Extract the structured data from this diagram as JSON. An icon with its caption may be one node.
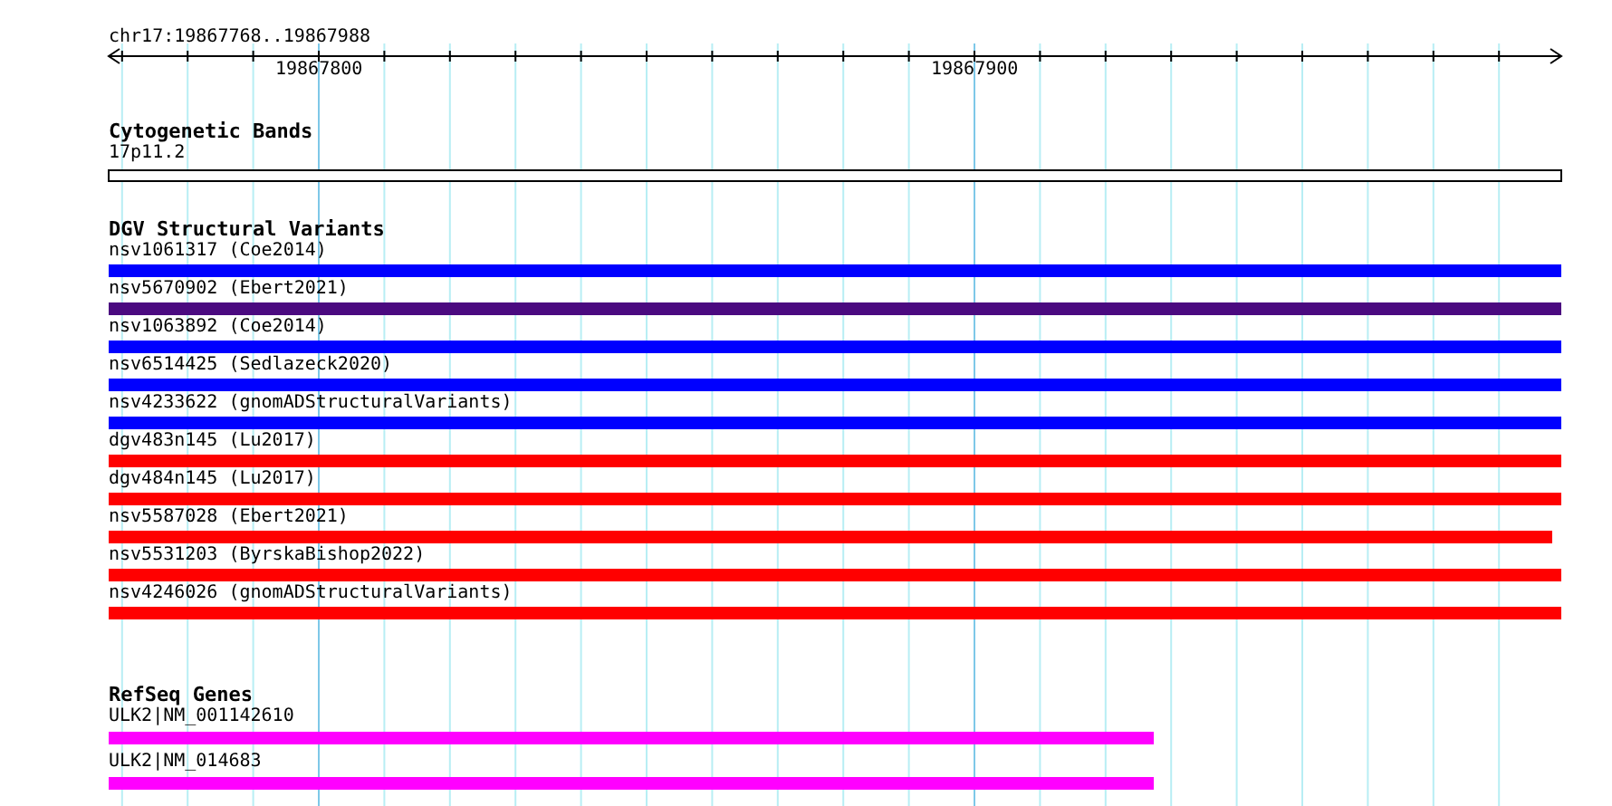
{
  "diagram": {
    "labels": [
      "chr17:19867768..19867988",
      "19867800",
      "19867900",
      "Cytogenetic Bands",
      "17p11.2",
      "DGV Structural Variants",
      "nsv1061317 (Coe2014)",
      "nsv5670902 (Ebert2021)",
      "nsv1063892 (Coe2014)",
      "nsv6514425 (Sedlazeck2020)",
      "nsv4233622 (gnomADStructuralVariants)",
      "dgv483n145 (Lu2017)",
      "dgv484n145 (Lu2017)",
      "nsv5587028 (Ebert2021)",
      "nsv5531203 (ByrskaBishop2022)",
      "nsv4246026 (gnomADStructuralVariants)",
      "RefSeq Genes",
      "ULK2|NM_001142610",
      "ULK2|NM_014683"
    ]
  }
}
